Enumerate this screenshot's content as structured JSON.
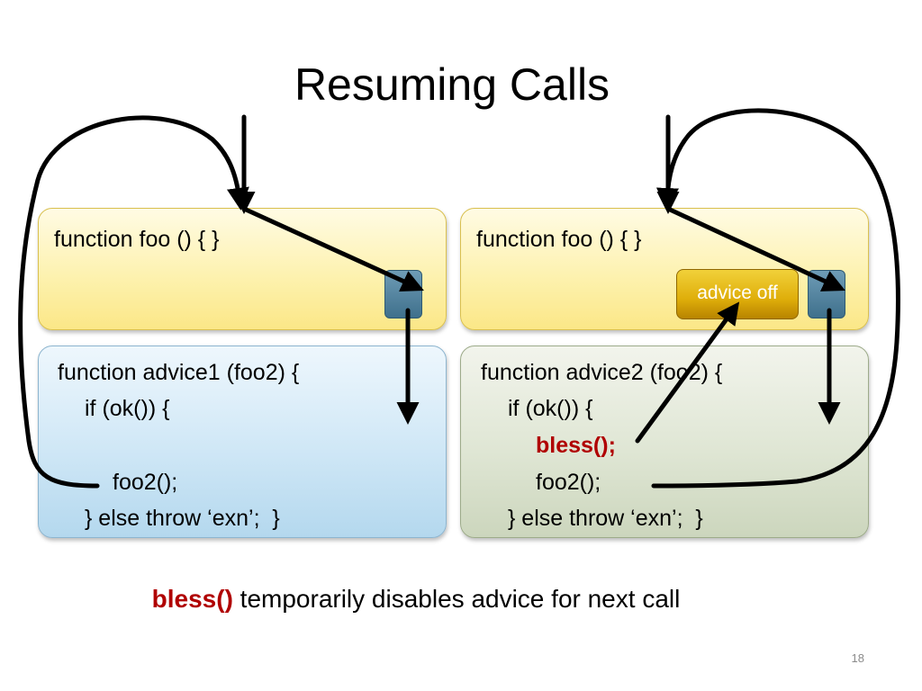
{
  "slide": {
    "title": "Resuming Calls",
    "page_number": "18"
  },
  "left": {
    "foo_header": "function foo () { }",
    "advice_lines": [
      "function advice1 (foo2) {",
      "if (ok()) {",
      "foo2();",
      "} else throw ‘exn’;  }"
    ]
  },
  "right": {
    "foo_header": "function foo () { }",
    "advice_button": "advice off",
    "advice_lines": [
      "function advice2 (foo2) {",
      "if (ok()) {",
      "bless();",
      "foo2();",
      "} else throw ‘exn’;  }"
    ]
  },
  "footer": {
    "keyword": "bless()",
    "text": " temporarily disables advice for next call"
  },
  "colors": {
    "keyword_red": "#b00000",
    "foo_box_yellow": "#fdf2b0",
    "advice1_box_blue": "#cfe7f6",
    "advice2_box_green": "#dfe6d4",
    "stub_blue": "#4f7f9a",
    "button_gold": "#dfae0a"
  }
}
